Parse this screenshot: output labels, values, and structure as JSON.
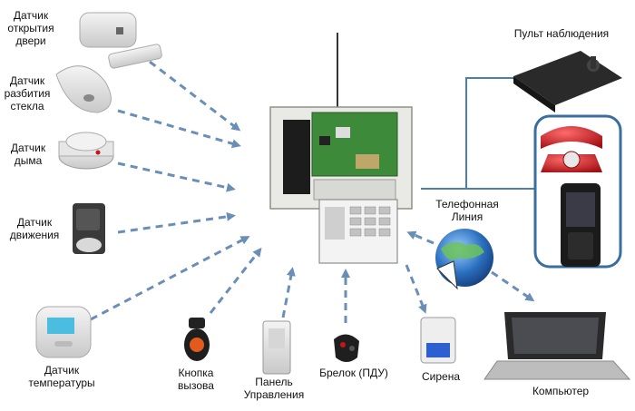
{
  "labels": {
    "door_sensor": "Датчик\nоткрытия\nдвери",
    "glass_sensor": "Датчик\nразбития\nстекла",
    "smoke_sensor": "Датчик\nдыма",
    "motion_sensor": "Датчик\nдвижения",
    "temp_sensor": "Датчик\nтемпературы",
    "call_button": "Кнопка\nвызова",
    "control_panel": "Панель\nУправления",
    "key_fob": "Брелок (ПДУ)",
    "siren": "Сирена",
    "monitoring_console": "Пульт наблюдения",
    "phone_line": "Телефонная\nЛиния",
    "computer": "Компьютер"
  },
  "colors": {
    "arrow": "#6a8fb7",
    "line": "#4a7fb0",
    "phone_red": "#c8131b",
    "globe_blue": "#2a6fbf"
  }
}
